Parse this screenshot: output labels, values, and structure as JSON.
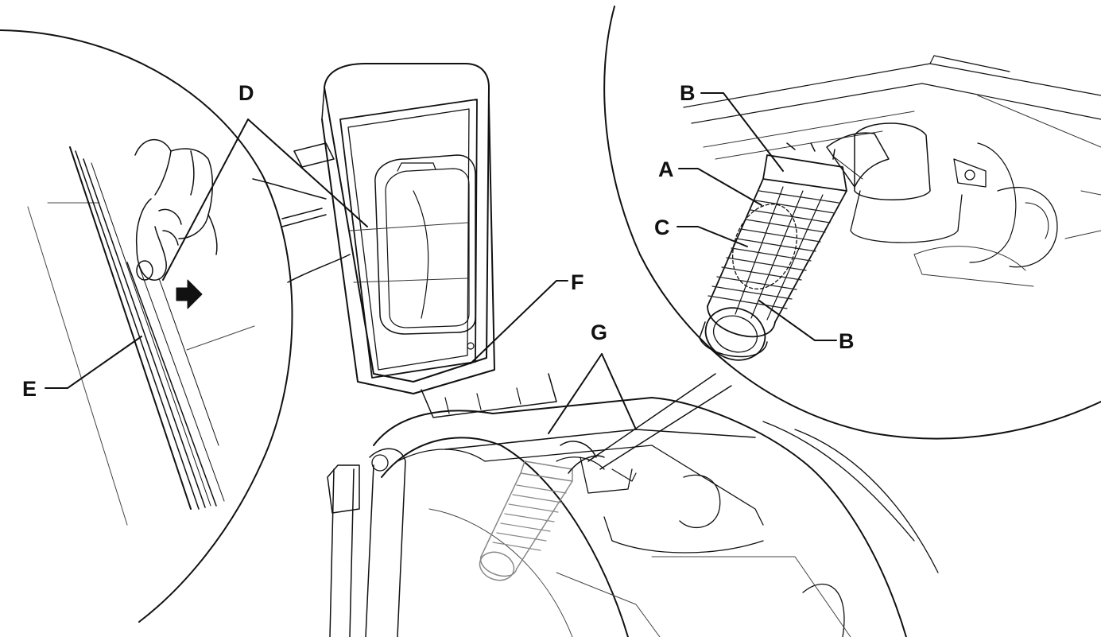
{
  "labels": {
    "A": "A",
    "B": "B",
    "C": "C",
    "D": "D",
    "E": "E",
    "F": "F",
    "G": "G"
  },
  "colors": {
    "ink": "#111111",
    "light_ink": "#555555",
    "filter_gray": "#888888"
  },
  "icons": {
    "arrow": "push-arrow-icon",
    "hand": "hand-icon"
  }
}
